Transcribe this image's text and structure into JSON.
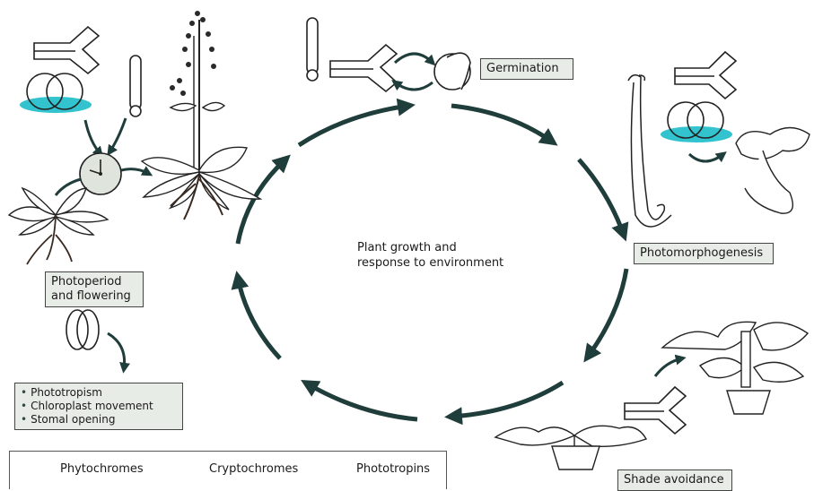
{
  "center_label": {
    "line1": "Plant growth and",
    "line2": "response to environment"
  },
  "stages": {
    "germination": "Germination",
    "photomorphogenesis": "Photomorphogenesis",
    "shade_avoidance": "Shade avoidance",
    "photoperiod_line1": "Photoperiod",
    "photoperiod_line2": "and flowering"
  },
  "phototropin_responses": [
    "Phototropism",
    "Chloroplast movement",
    "Stomal opening"
  ],
  "legend": {
    "phytochromes": "Phytochromes",
    "cryptochromes": "Cryptochromes",
    "phototropins": "Phototropins"
  },
  "colors": {
    "arrow": "#1f3d3a",
    "cryptochrome_fill": "#33c3cf",
    "box_fill": "#e8ece6"
  }
}
